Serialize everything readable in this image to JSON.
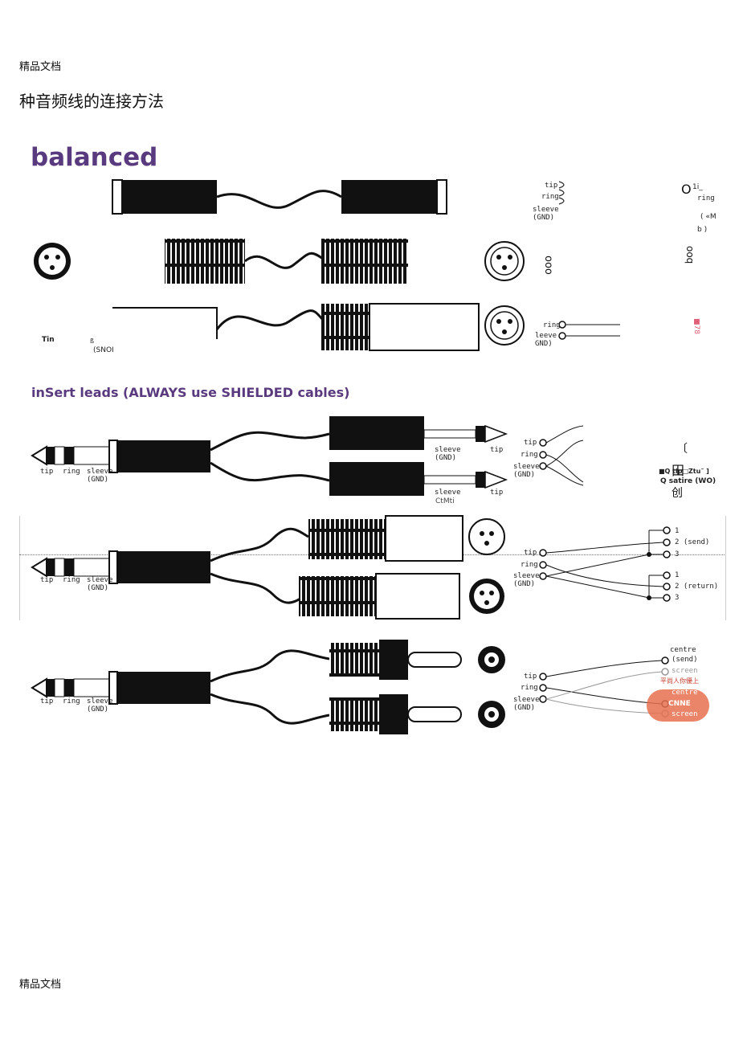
{
  "header": {
    "watermark": "精品文档",
    "title": "种音频线的连接方法"
  },
  "footer": {
    "watermark": "精品文档"
  },
  "sections": {
    "balanced": {
      "heading": "balanced"
    },
    "insert": {
      "heading": "inSert leads (ALWAYS use SHIELDED cables)"
    }
  },
  "colors": {
    "heading": "#5a3a7e",
    "stamp": "#e87050",
    "stamp_text": "#c0392b",
    "pink_mark": "#e0607a"
  },
  "balanced_labels": {
    "tip": "tip",
    "ring": "ring",
    "sleeve": "sleeve",
    "gnd": "(GND)",
    "ocr_o1i": "O",
    "ocr_sup": "1i_",
    "ring_right": "ring",
    "ocr_m": "( «M",
    "ocr_b": "b )",
    "ocr_ooo_left": "ooo",
    "ocr_ooo_right": "ooq",
    "row3_ring": "ring",
    "row3_sleeve": "leeve",
    "row3_gnd": "GND)",
    "pink": "■78",
    "tin": "Tin",
    "tin_mark": "ß",
    "snoi": "(SNOI"
  },
  "insert_row1": {
    "tip": "tip",
    "ring": "ring",
    "sleeve": "sleeve",
    "gnd": "(GND)",
    "top_sleeve": "sleeve",
    "top_gnd": "(GND)",
    "top_tip": "tip",
    "bot_sleeve": "sleeve",
    "bot_tip": "tip",
    "right_tip": "tip",
    "right_ring": "ring",
    "right_sleeve": "sleeve",
    "right_gnd": "(GND)",
    "ocr_bracket": "〔",
    "ocr_box": "田",
    "ocr_tips": "■Q tip□Ztu˜ ]",
    "ocr_satire": "Q satire (WO)",
    "ocr_chuang": "创",
    "ctmti": "CtMti"
  },
  "insert_row2": {
    "tip": "tip",
    "ring": "ring",
    "sleeve": "sleeve",
    "gnd": "(GND)",
    "right_tip": "tip",
    "right_ring": "ring",
    "right_sleeve": "sleeve",
    "right_gnd": "(GND)",
    "pin1a": "1",
    "pin2a": "2 (send)",
    "pin3a": "3",
    "pin1b": "1",
    "pin2b": "2 (return)",
    "pin3b": "3"
  },
  "insert_row3": {
    "tip": "tip",
    "ring": "ring",
    "sleeve": "sleeve",
    "gnd": "(GND)",
    "right_tip": "tip",
    "right_ring": "ring",
    "right_sleeve": "sleeve",
    "right_gnd": "(GND)",
    "centre1": "centre",
    "send": "(send)",
    "screen1": "screen",
    "stamp": "平尚人你優上",
    "centre2": "centre",
    "stamp2": "CNNE",
    "screen2": "screen"
  }
}
